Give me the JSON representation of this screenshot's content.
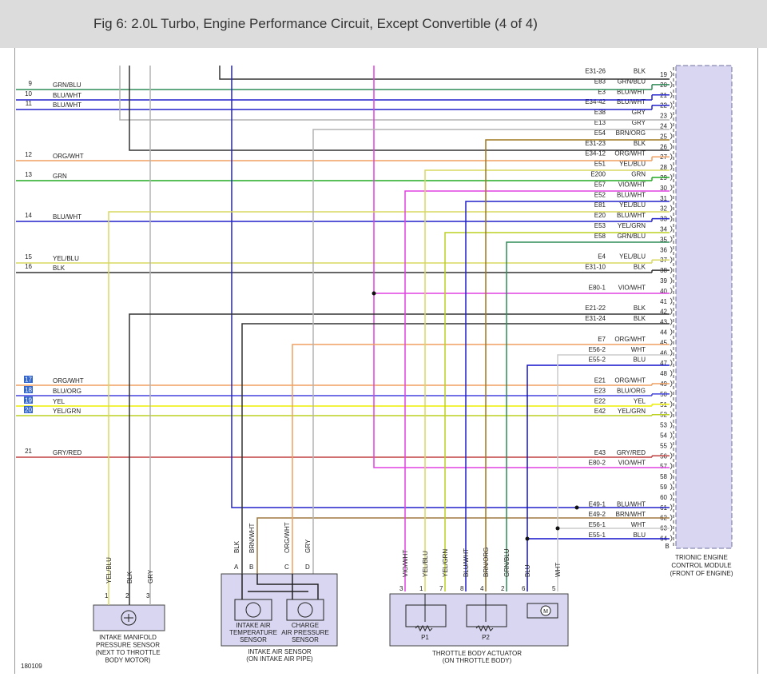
{
  "title": "Fig 6: 2.0L Turbo, Engine Performance Circuit, Except Convertible (4 of 4)",
  "figure_id": "180109",
  "colors": {
    "GRN/BLU": "#2e8b57",
    "BLU/WHT": "#2222cc",
    "BLK": "#333333",
    "GRY": "#b4b4b4",
    "ORG/WHT": "#f0a060",
    "GRN": "#22aa22",
    "YEL/BLU": "#d8d860",
    "BRN/ORG": "#a07820",
    "BRN/WHT": "#a07840",
    "YEL/GRN": "#bcd020",
    "VIO/WHT": "#e040e0",
    "BLU": "#1010cc",
    "WHT": "#cccccc",
    "BLU/ORG": "#4444dd",
    "YEL": "#eeee00",
    "GRY/RED": "#c04040",
    "selected": "#3366cc"
  },
  "left_wires": [
    {
      "num": "9",
      "label": "GRN/BLU",
      "color": "GRN/BLU"
    },
    {
      "num": "10",
      "label": "BLU/WHT",
      "color": "BLU/WHT"
    },
    {
      "num": "11",
      "label": "BLU/WHT",
      "color": "BLU/WHT"
    },
    {
      "num": "12",
      "label": "ORG/WHT",
      "color": "ORG/WHT"
    },
    {
      "num": "13",
      "label": "GRN",
      "color": "GRN"
    },
    {
      "num": "14",
      "label": "BLU/WHT",
      "color": "BLU/WHT"
    },
    {
      "num": "15",
      "label": "YEL/BLU",
      "color": "YEL/BLU"
    },
    {
      "num": "16",
      "label": "BLK",
      "color": "BLK"
    },
    {
      "num": "17",
      "label": "ORG/WHT",
      "color": "ORG/WHT",
      "selected": true
    },
    {
      "num": "18",
      "label": "BLU/ORG",
      "color": "BLU/ORG",
      "selected": true
    },
    {
      "num": "19",
      "label": "YEL",
      "color": "YEL",
      "selected": true
    },
    {
      "num": "20",
      "label": "YEL/GRN",
      "color": "YEL/GRN",
      "selected": true
    },
    {
      "num": "21",
      "label": "GRY/RED",
      "color": "GRY/RED"
    }
  ],
  "pins": [
    {
      "pin": "19",
      "conn": "E31-26",
      "label": "BLK",
      "color": "BLK"
    },
    {
      "pin": "20",
      "conn": "E83",
      "label": "GRN/BLU",
      "color": "GRN/BLU"
    },
    {
      "pin": "21",
      "conn": "E3",
      "label": "BLU/WHT",
      "color": "BLU/WHT"
    },
    {
      "pin": "22",
      "conn": "E34-42",
      "label": "BLU/WHT",
      "color": "BLU/WHT"
    },
    {
      "pin": "23",
      "conn": "E38",
      "label": "GRY",
      "color": "GRY"
    },
    {
      "pin": "24",
      "conn": "E13",
      "label": "GRY",
      "color": "GRY"
    },
    {
      "pin": "25",
      "conn": "E54",
      "label": "BRN/ORG",
      "color": "BRN/ORG"
    },
    {
      "pin": "26",
      "conn": "E31-23",
      "label": "BLK",
      "color": "BLK"
    },
    {
      "pin": "27",
      "conn": "E34-12",
      "label": "ORG/WHT",
      "color": "ORG/WHT"
    },
    {
      "pin": "28",
      "conn": "E51",
      "label": "YEL/BLU",
      "color": "YEL/BLU"
    },
    {
      "pin": "29",
      "conn": "E200",
      "label": "GRN",
      "color": "GRN"
    },
    {
      "pin": "30",
      "conn": "E57",
      "label": "VIO/WHT",
      "color": "VIO/WHT"
    },
    {
      "pin": "31",
      "conn": "E52",
      "label": "BLU/WHT",
      "color": "BLU/WHT"
    },
    {
      "pin": "32",
      "conn": "E81",
      "label": "YEL/BLU",
      "color": "YEL/BLU"
    },
    {
      "pin": "33",
      "conn": "E20",
      "label": "BLU/WHT",
      "color": "BLU/WHT"
    },
    {
      "pin": "34",
      "conn": "E53",
      "label": "YEL/GRN",
      "color": "YEL/GRN"
    },
    {
      "pin": "35",
      "conn": "E58",
      "label": "GRN/BLU",
      "color": "GRN/BLU"
    },
    {
      "pin": "36",
      "conn": "",
      "label": "",
      "color": ""
    },
    {
      "pin": "37",
      "conn": "E4",
      "label": "YEL/BLU",
      "color": "YEL/BLU"
    },
    {
      "pin": "38",
      "conn": "E31-10",
      "label": "BLK",
      "color": "BLK"
    },
    {
      "pin": "39",
      "conn": "",
      "label": "",
      "color": ""
    },
    {
      "pin": "40",
      "conn": "E80-1",
      "label": "VIO/WHT",
      "color": "VIO/WHT"
    },
    {
      "pin": "41",
      "conn": "",
      "label": "",
      "color": ""
    },
    {
      "pin": "42",
      "conn": "E21-22",
      "label": "BLK",
      "color": "BLK"
    },
    {
      "pin": "43",
      "conn": "E31-24",
      "label": "BLK",
      "color": "BLK"
    },
    {
      "pin": "44",
      "conn": "",
      "label": "",
      "color": ""
    },
    {
      "pin": "45",
      "conn": "E7",
      "label": "ORG/WHT",
      "color": "ORG/WHT"
    },
    {
      "pin": "46",
      "conn": "E56-2",
      "label": "WHT",
      "color": "WHT"
    },
    {
      "pin": "47",
      "conn": "E55-2",
      "label": "BLU",
      "color": "BLU"
    },
    {
      "pin": "48",
      "conn": "",
      "label": "",
      "color": ""
    },
    {
      "pin": "49",
      "conn": "E21",
      "label": "ORG/WHT",
      "color": "ORG/WHT"
    },
    {
      "pin": "50",
      "conn": "E23",
      "label": "BLU/ORG",
      "color": "BLU/ORG"
    },
    {
      "pin": "51",
      "conn": "E22",
      "label": "YEL",
      "color": "YEL"
    },
    {
      "pin": "52",
      "conn": "E42",
      "label": "YEL/GRN",
      "color": "YEL/GRN"
    },
    {
      "pin": "53",
      "conn": "",
      "label": "",
      "color": ""
    },
    {
      "pin": "54",
      "conn": "",
      "label": "",
      "color": ""
    },
    {
      "pin": "55",
      "conn": "",
      "label": "",
      "color": ""
    },
    {
      "pin": "56",
      "conn": "E43",
      "label": "GRY/RED",
      "color": "GRY/RED"
    },
    {
      "pin": "57",
      "conn": "E80-2",
      "label": "VIO/WHT",
      "color": "VIO/WHT"
    },
    {
      "pin": "58",
      "conn": "",
      "label": "",
      "color": ""
    },
    {
      "pin": "59",
      "conn": "",
      "label": "",
      "color": ""
    },
    {
      "pin": "60",
      "conn": "",
      "label": "",
      "color": ""
    },
    {
      "pin": "61",
      "conn": "E49-1",
      "label": "BLU/WHT",
      "color": "BLU/WHT"
    },
    {
      "pin": "62",
      "conn": "E49-2",
      "label": "BRN/WHT",
      "color": "BRN/WHT"
    },
    {
      "pin": "63",
      "conn": "E56-1",
      "label": "WHT",
      "color": "WHT"
    },
    {
      "pin": "64",
      "conn": "E55-1",
      "label": "BLU",
      "color": "BLU"
    }
  ],
  "module": {
    "connector": "B",
    "lines": [
      "TRIONIC ENGINE",
      "CONTROL MODULE",
      "(FRONT OF ENGINE)"
    ]
  },
  "components": [
    {
      "id": "map",
      "label": [
        "INTAKE MANIFOLD",
        "PRESSURE SENSOR",
        "(NEXT TO THROTTLE",
        "BODY MOTOR)"
      ],
      "pins": [
        {
          "pin": "1",
          "wire": "YEL/BLU"
        },
        {
          "pin": "2",
          "wire": "BLK"
        },
        {
          "pin": "3",
          "wire": "GRY"
        }
      ]
    },
    {
      "id": "ias",
      "label": [
        "INTAKE AIR SENSOR",
        "(ON INTAKE AIR PIPE)"
      ],
      "pins": [
        {
          "pin": "A",
          "wire": "BLK"
        },
        {
          "pin": "B",
          "wire": "BRN/WHT"
        },
        {
          "pin": "C",
          "wire": "ORG/WHT"
        },
        {
          "pin": "D",
          "wire": "GRY"
        }
      ],
      "sub": [
        [
          "INTAKE AIR",
          "TEMPERATURE",
          "SENSOR"
        ],
        [
          "CHARGE",
          "AIR PRESSURE",
          "SENSOR"
        ]
      ]
    },
    {
      "id": "tba",
      "label": [
        "THROTTLE BODY ACTUATOR",
        "(ON THROTTLE BODY)"
      ],
      "pins": [
        {
          "pin": "3",
          "wire": "VIO/WHT"
        },
        {
          "pin": "1",
          "wire": "YEL/BLU"
        },
        {
          "pin": "7",
          "wire": "YEL/GRN"
        },
        {
          "pin": "8",
          "wire": "BLU/WHT"
        },
        {
          "pin": "4",
          "wire": "BRN/ORG"
        },
        {
          "pin": "2",
          "wire": "GRN/BLU"
        },
        {
          "pin": "6",
          "wire": "BLU"
        },
        {
          "pin": "5",
          "wire": "WHT"
        }
      ],
      "pots": [
        "P1",
        "P2"
      ],
      "motor": "M"
    }
  ]
}
